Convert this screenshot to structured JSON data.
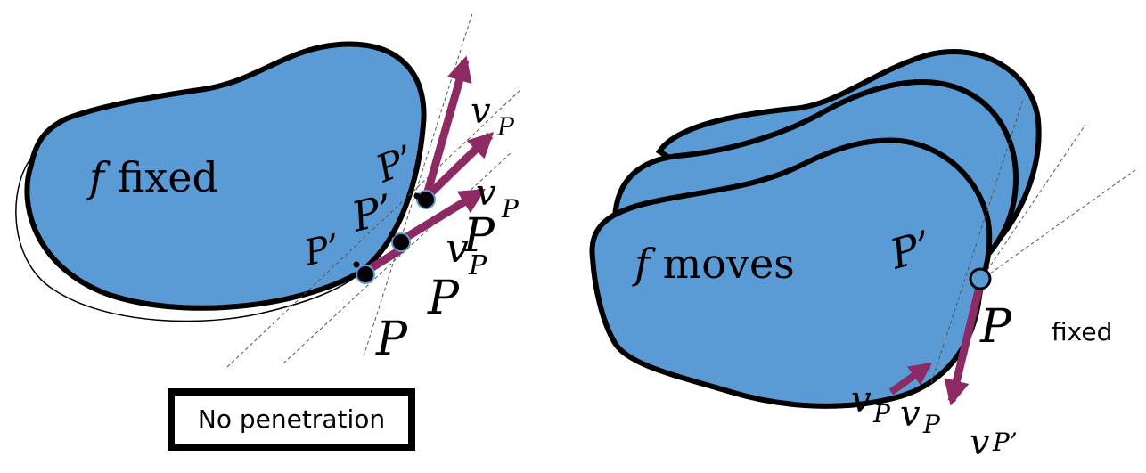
{
  "colors": {
    "blob": "#5b9bd5",
    "outline": "#000000",
    "arrow": "#8e2a63",
    "contact_point": "#5b9bd5",
    "dark_point": "#000000"
  },
  "left_panel": {
    "label_italic": "f",
    "label_rest": " fixed",
    "caption": "No penetration",
    "points": [
      "P",
      "P",
      "P"
    ],
    "primes": [
      "P’",
      "P’",
      "P’"
    ],
    "velocity_symbol": "v",
    "velocity_subscripts": [
      "P",
      "P",
      "P"
    ]
  },
  "right_panel": {
    "label_italic": "f",
    "label_rest": " moves",
    "point": "P",
    "prime": "P’",
    "fixed_note": "fixed",
    "velocity_symbol": "v",
    "velocity_subscripts": [
      "P",
      "P",
      "P’"
    ]
  }
}
